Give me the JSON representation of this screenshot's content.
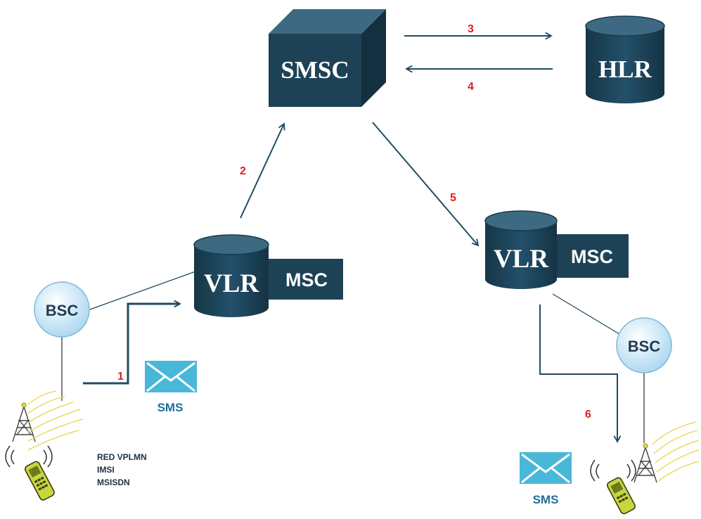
{
  "nodes": {
    "smsc": "SMSC",
    "hlr": "HLR",
    "vlr_left": "VLR",
    "msc_left": "MSC",
    "vlr_right": "VLR",
    "msc_right": "MSC",
    "bsc_left": "BSC",
    "bsc_right": "BSC"
  },
  "steps": [
    "1",
    "2",
    "3",
    "4",
    "5",
    "6"
  ],
  "sms_labels": {
    "left": "SMS",
    "right": "SMS"
  },
  "subscriber_info": [
    "RED VPLMN",
    "IMSI",
    "MSISDN"
  ],
  "icons": [
    "cube",
    "database-cylinder",
    "envelope-icon",
    "antenna-tower-icon",
    "mobile-phone-icon"
  ],
  "colors": {
    "node_fill": "#1d4256",
    "node_top": "#3d6a82",
    "arrow": "#1f4c63",
    "step_number": "#e0201c",
    "bsc_fill": "#cfe9f8",
    "envelope": "#49b8d8",
    "signal": "#e8d54a"
  }
}
